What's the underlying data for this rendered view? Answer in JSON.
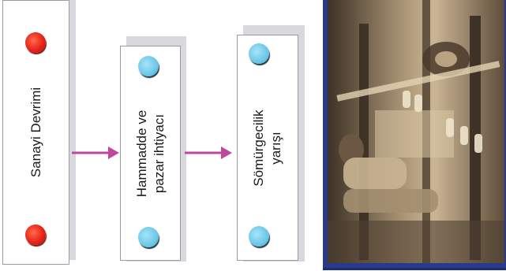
{
  "steps": [
    {
      "label": "Sanayi Devrimi",
      "dot_color": "#e8231a"
    },
    {
      "label": "Hammadde ve\npazar ihtiyacı",
      "dot_color": "#6cc8e8"
    },
    {
      "label": "Sömürgecilik\nyarışı",
      "dot_color": "#6cc8e8"
    }
  ],
  "arrow_color": "#c0479b",
  "photo": {
    "subject": "sepia-factory-photo"
  }
}
